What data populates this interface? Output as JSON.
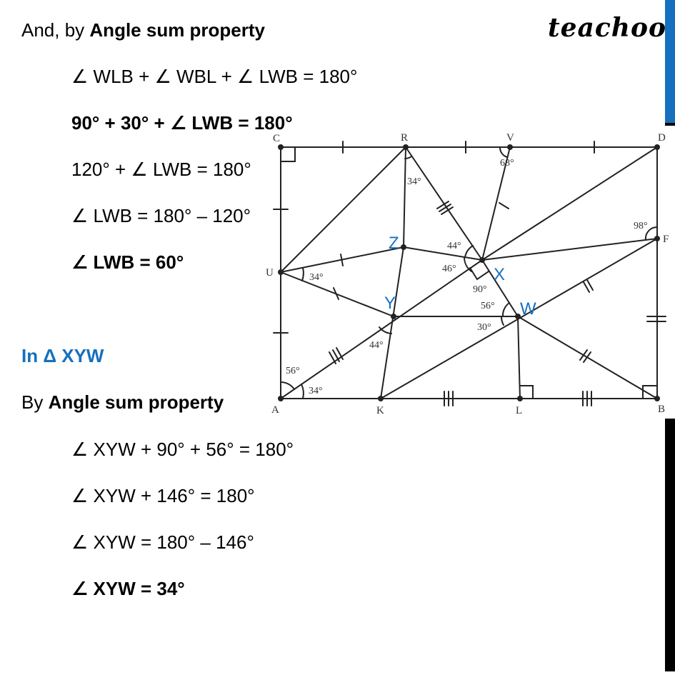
{
  "brand": {
    "logo_text": "teachoo",
    "accent_color": "#1670BE"
  },
  "text_block_1": {
    "intro_prefix": "And, by ",
    "intro_bold": "Angle sum property",
    "steps": [
      "∠ WLB + ∠ WBL + ∠ LWB = 180°",
      "90° + 30° + ∠ LWB = 180°",
      "120° + ∠ LWB = 180°",
      "∠ LWB = 180° – 120°",
      "∠ LWB = 60°"
    ]
  },
  "text_block_2": {
    "heading": "In Δ XYW",
    "intro_prefix": "By ",
    "intro_bold": "Angle sum property",
    "steps": [
      "∠ XYW + 90° + 56° = 180°",
      "∠ XYW + 146° = 180°",
      "∠ XYW = 180° – 146°",
      "∠ XYW = 34°"
    ]
  },
  "diagram": {
    "point_labels": {
      "C": "C",
      "R": "R",
      "V": "V",
      "D": "D",
      "U": "U",
      "F": "F",
      "A": "A",
      "K": "K",
      "L": "L",
      "B": "B"
    },
    "highlighted_labels": {
      "Z": "Z",
      "X": "X",
      "Y": "Y",
      "W": "W"
    },
    "angles": {
      "R_34": "34°",
      "V_68": "68°",
      "F_98": "98°",
      "U_34": "34°",
      "X_44": "44°",
      "X_46": "46°",
      "X_90": "90°",
      "W_56": "56°",
      "W_30": "30°",
      "Y_44": "44°",
      "A_56": "56°",
      "A_34": "34°"
    }
  }
}
